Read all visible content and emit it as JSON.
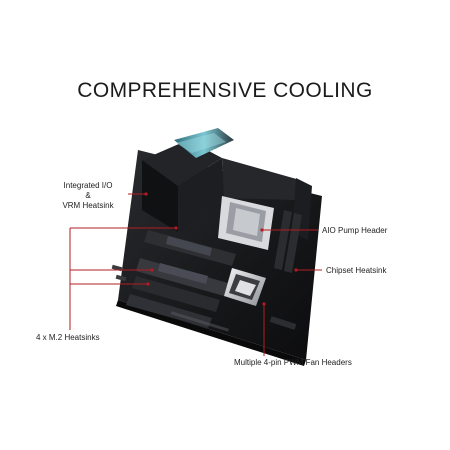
{
  "title": "COMPREHENSIVE COOLING",
  "callouts": {
    "io_heatsink": [
      "Integrated I/O",
      "&",
      "VRM Heatsink"
    ],
    "aio_pump": "AIO Pump Header",
    "chipset": "Chipset Heatsink",
    "m2": "4 x M.2 Heatsinks",
    "fan_headers": "Multiple 4-pin PWM Fan Headers"
  },
  "colors": {
    "callout_line": "#b31c22",
    "board": "#1a1b1e",
    "accent_silver": "#c9ccd0"
  }
}
